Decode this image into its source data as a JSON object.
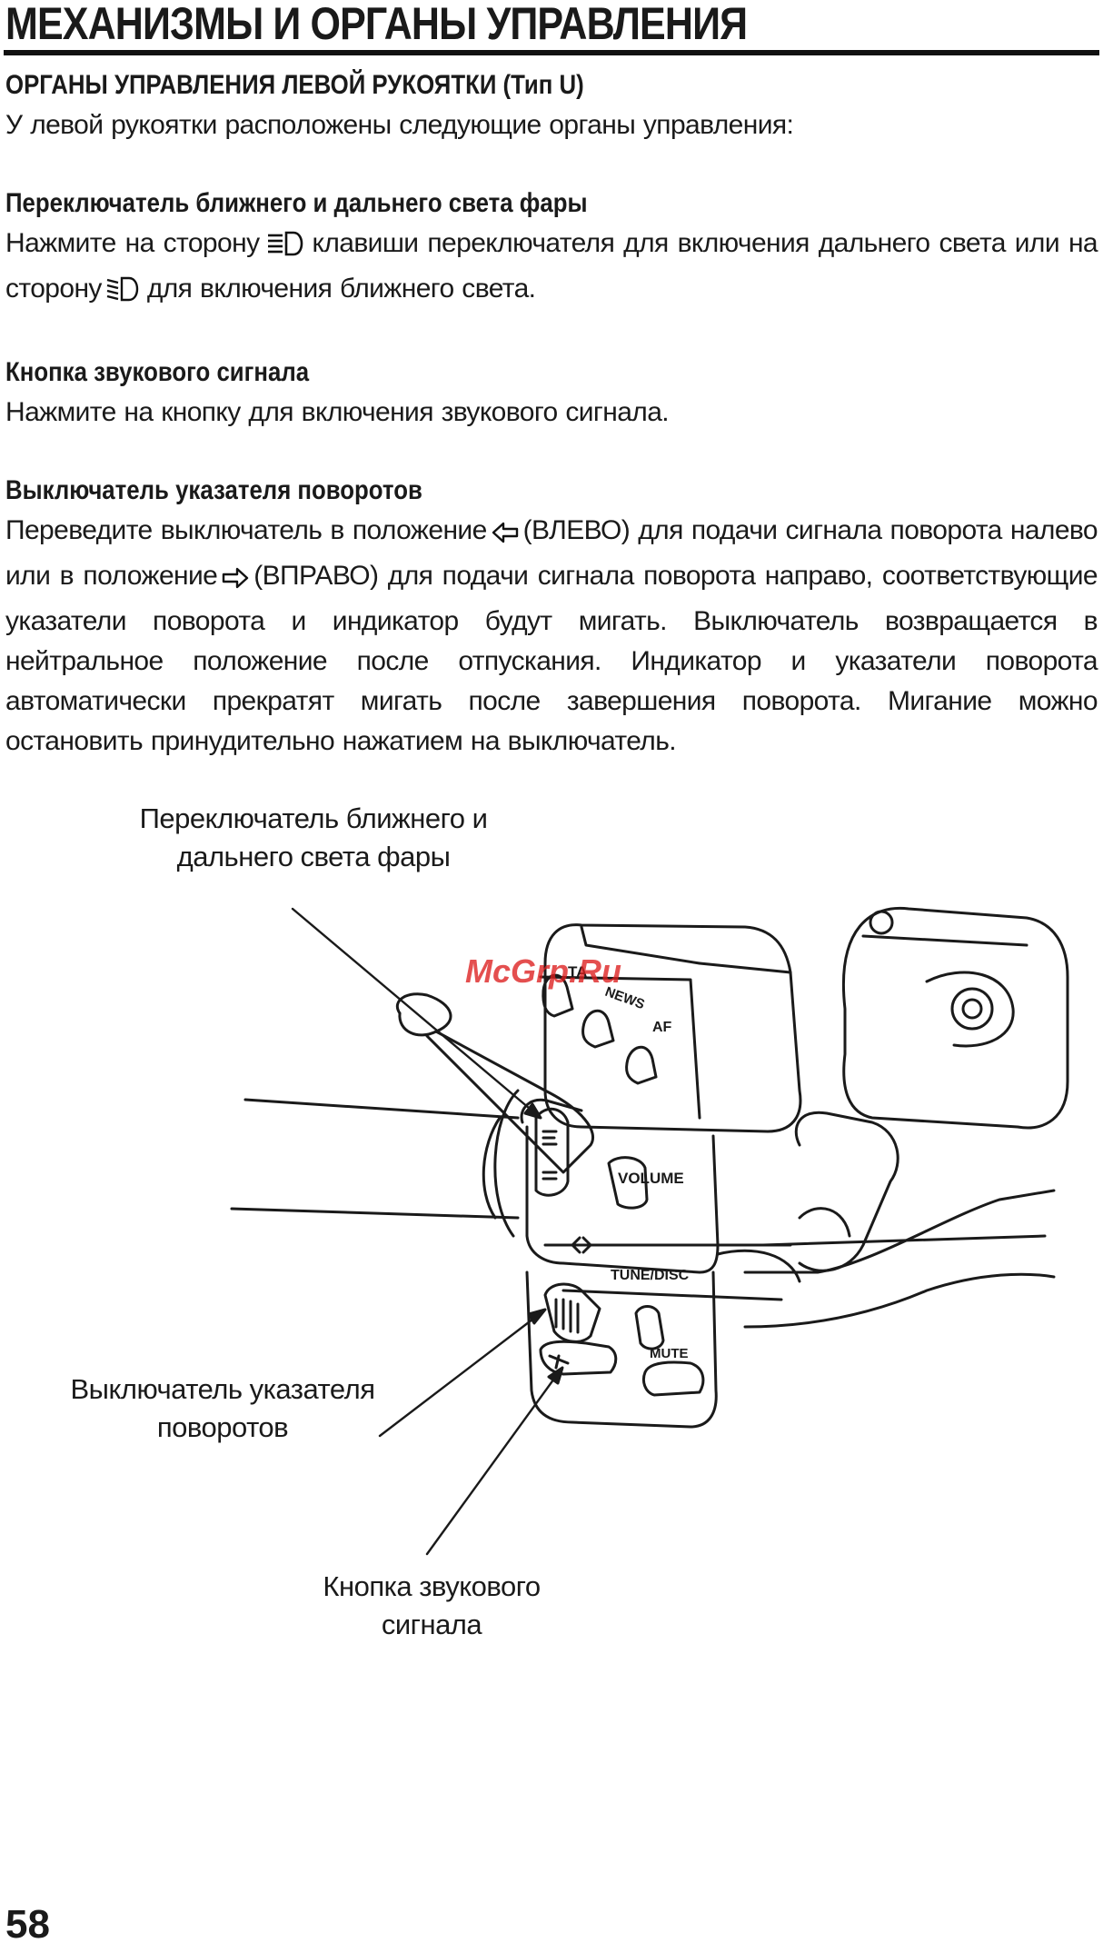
{
  "page": {
    "title": "МЕХАНИЗМЫ И ОРГАНЫ УПРАВЛЕНИЯ",
    "page_number": "58",
    "watermark": "McGrp.Ru"
  },
  "section": {
    "heading": "ОРГАНЫ УПРАВЛЕНИЯ ЛЕВОЙ РУКОЯТКИ (Тип U)",
    "intro": "У левой рукоятки расположены следующие органы управления:"
  },
  "headlight": {
    "heading": "Переключатель ближнего и дальнего света фары",
    "text_1": "Нажмите на сторону",
    "text_2": "клавиши переключателя для включения дальнего света или на сторону",
    "text_3": "для включения ближнего света.",
    "icon_high": "high-beam-icon",
    "icon_low": "low-beam-icon"
  },
  "horn": {
    "heading": "Кнопка звукового сигнала",
    "text": "Нажмите на кнопку для включения звукового сигнала."
  },
  "turn": {
    "heading": "Выключатель указателя поворотов",
    "text_1": "Переведите выключатель в положение",
    "text_2": "(ВЛЕВО) для подачи сигнала поворота налево или в положение",
    "text_3": "(ВПРАВО) для подачи сигнала поворота направо, соответствующие указатели поворота и индикатор будут мигать. Выключатель возвращается в нейтральное положение после отпускания. Индикатор и указатели поворота автоматически прекратят мигать после завершения поворота. Мигание можно остановить принудительно нажатием на выключатель.",
    "icon_left": "arrow-left-icon",
    "icon_right": "arrow-right-icon"
  },
  "figure": {
    "callout_headlight_1": "Переключатель ближнего и",
    "callout_headlight_2": "дальнего света фары",
    "callout_turn_1": "Выключатель указателя",
    "callout_turn_2": "поворотов",
    "callout_horn_1": "Кнопка звукового",
    "callout_horn_2": "сигнала",
    "switch_labels": {
      "ta": "TA",
      "news": "NEWS",
      "af": "AF",
      "volume": "VOLUME",
      "tune_disc": "TUNE/DISC",
      "mute": "MUTE"
    }
  }
}
